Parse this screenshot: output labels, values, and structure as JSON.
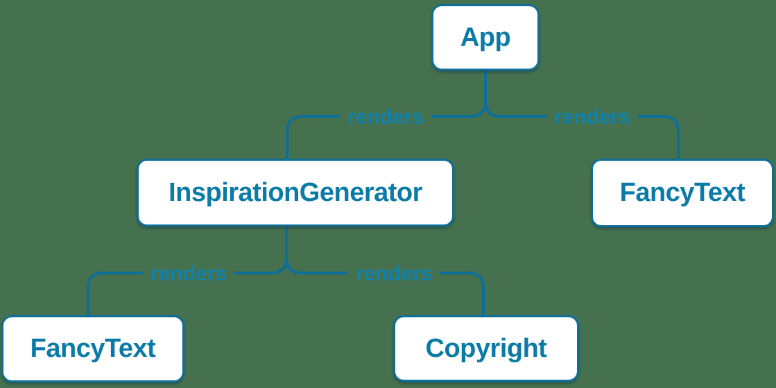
{
  "diagram": {
    "type": "component-render-tree",
    "colors": {
      "background": "#46714E",
      "line": "#0C6E9B",
      "node_border": "#0C6E9B",
      "node_background": "#FFFFFF",
      "node_text": "#0A7AA6",
      "edge_label_text": "#0F82AE"
    },
    "nodes": [
      {
        "id": "app",
        "label": "App"
      },
      {
        "id": "inspiration-generator",
        "label": "InspirationGenerator"
      },
      {
        "id": "fancy-text-right",
        "label": "FancyText"
      },
      {
        "id": "fancy-text-left",
        "label": "FancyText"
      },
      {
        "id": "copyright",
        "label": "Copyright"
      }
    ],
    "edges": [
      {
        "from": "App",
        "to": "InspirationGenerator",
        "label": "renders"
      },
      {
        "from": "App",
        "to": "FancyText",
        "label": "renders"
      },
      {
        "from": "InspirationGenerator",
        "to": "FancyText",
        "label": "renders"
      },
      {
        "from": "InspirationGenerator",
        "to": "Copyright",
        "label": "renders"
      }
    ]
  }
}
